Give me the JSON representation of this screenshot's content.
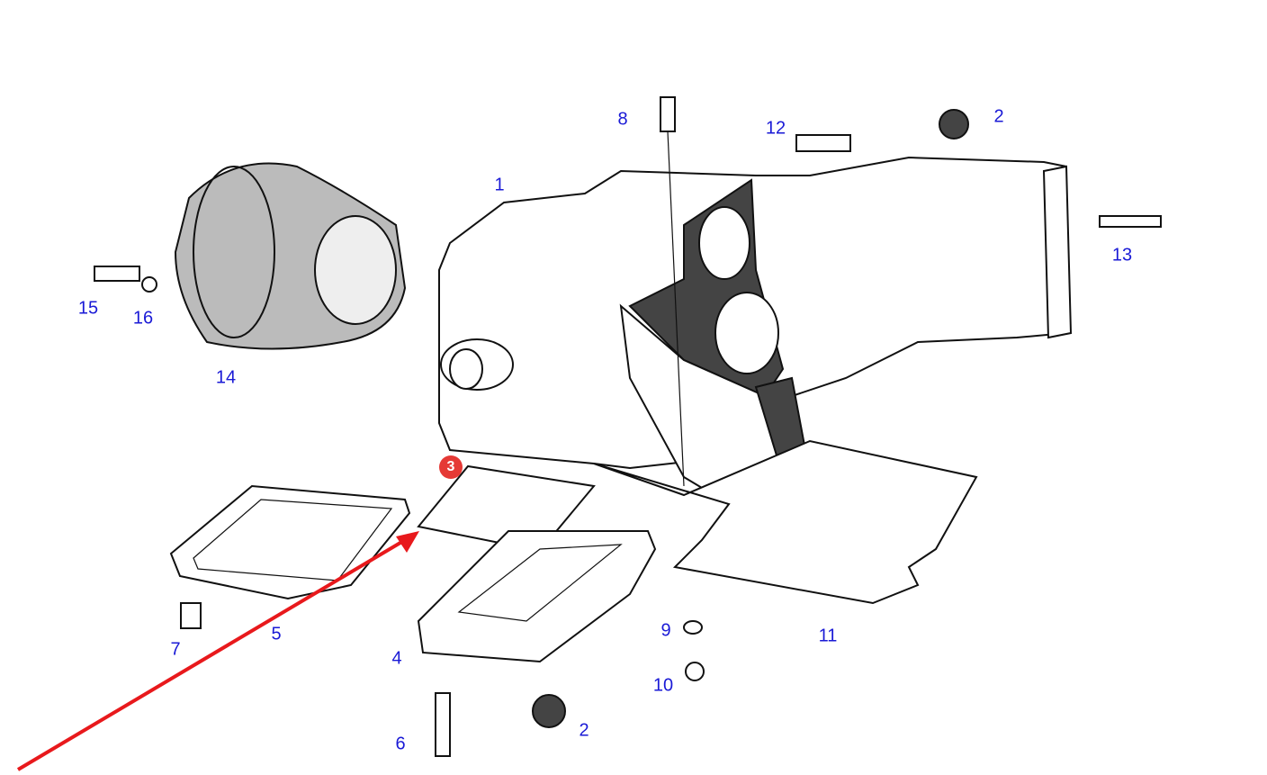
{
  "diagram": {
    "callouts": [
      {
        "id": "8",
        "text": "8"
      },
      {
        "id": "12",
        "text": "12"
      },
      {
        "id": "2a",
        "text": "2"
      },
      {
        "id": "1",
        "text": "1"
      },
      {
        "id": "13",
        "text": "13"
      },
      {
        "id": "15",
        "text": "15"
      },
      {
        "id": "16",
        "text": "16"
      },
      {
        "id": "14",
        "text": "14"
      },
      {
        "id": "7",
        "text": "7"
      },
      {
        "id": "5",
        "text": "5"
      },
      {
        "id": "4",
        "text": "4"
      },
      {
        "id": "9",
        "text": "9"
      },
      {
        "id": "11",
        "text": "11"
      },
      {
        "id": "10",
        "text": "10"
      },
      {
        "id": "6",
        "text": "6"
      },
      {
        "id": "2b",
        "text": "2"
      }
    ],
    "highlight": {
      "text": "3",
      "color": "#e53935"
    },
    "label_color": "#1a1ad6",
    "arrow_color": "#e8191c"
  }
}
